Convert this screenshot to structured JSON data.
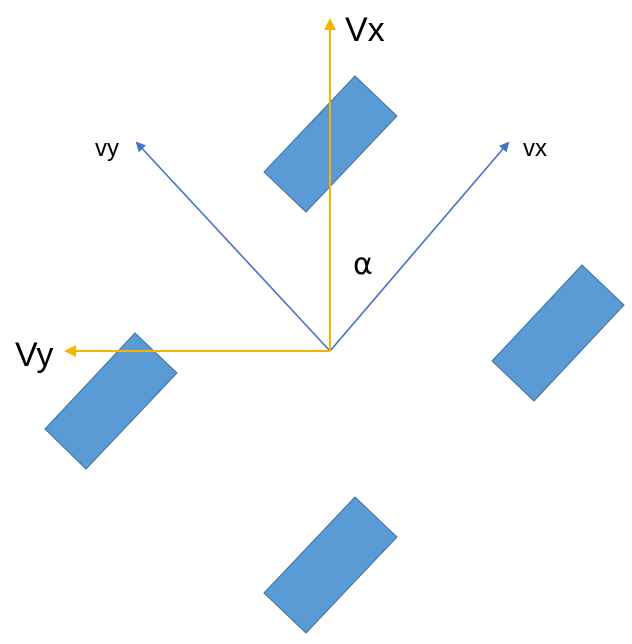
{
  "labels": {
    "global_x": "Vx",
    "global_y": "Vy",
    "local_x": "vx",
    "local_y": "vy",
    "angle": "α"
  },
  "colors": {
    "global_axes": "#f5b400",
    "local_axes": "#4472c4",
    "wheel_fill": "#5b9bd5",
    "wheel_stroke": "#41719c"
  }
}
